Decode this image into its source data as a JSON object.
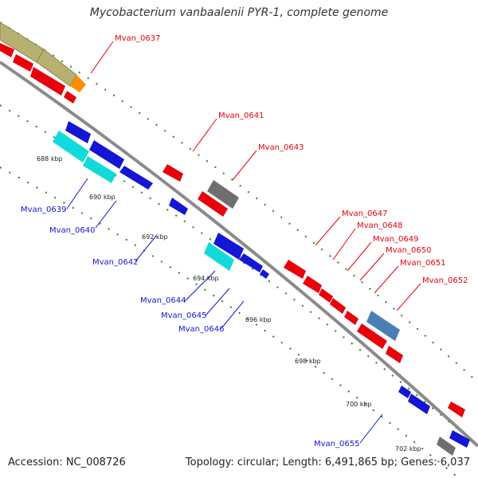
{
  "title": "Mycobacterium vanbaalenii PYR-1, complete genome",
  "accession": "Accession: NC_008726",
  "topology": "Topology: circular; Length: 6,491,865 bp; Genes: 6,037",
  "colors": {
    "red": "#e8000b",
    "blue": "#1515d6",
    "cyan": "#13dada",
    "olive": "#b8b070",
    "orange": "#ff8c00",
    "gray": "#6e6e6e",
    "steel": "#4a7fb4",
    "tick": "#1e8a1e",
    "backbone": "#8a8a8a"
  },
  "scale_labels": [
    "688 kbp",
    "690 kbp",
    "692 kbp",
    "694 kbp",
    "696 kbp",
    "698 kbp",
    "700 kbp",
    "702 kbp"
  ],
  "forward_labels": [
    "Mvan_0637",
    "Mvan_0641",
    "Mvan_0643",
    "Mvan_0647",
    "Mvan_0648",
    "Mvan_0649",
    "Mvan_0650",
    "Mvan_0651",
    "Mvan_0652"
  ],
  "reverse_labels": [
    "Mvan_0639",
    "Mvan_0640",
    "Mvan_0642",
    "Mvan_0644",
    "Mvan_0645",
    "Mvan_0646",
    "Mvan_0655"
  ]
}
